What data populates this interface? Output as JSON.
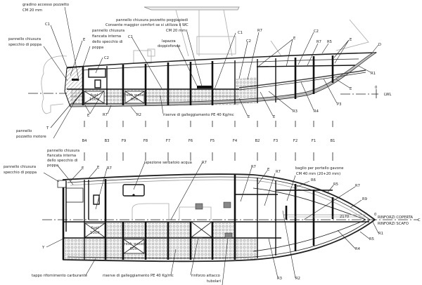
{
  "side_view": {
    "labels": {
      "gradino_1": "gradino accesso pozzetto",
      "gradino_2": "CM 20 mm",
      "c1_a": "C1",
      "pannello_specchio_1": "pannello chiusura",
      "pannello_specchio_2": "specchio di poppa",
      "e_a": "E",
      "pannello_fiancata_1": "pannello chiusura",
      "pannello_fiancata_2": "fiancata interna",
      "pannello_fiancata_3": "dello specchio di",
      "pannello_fiancata_4": "poppa",
      "c2_a": "C2",
      "poggiapiedi_1": "pannello chiusura pozzetto poggiapiedi",
      "poggiapiedi_2": "Consente maggior comfort se si utilizza il WC",
      "poggiapiedi_3": "CM 20 mm",
      "c1_b": "C1",
      "lapazza_1": "lapazza",
      "lapazza_2": "doppiofondo",
      "c1_c": "C1",
      "r7_a": "R7",
      "c2_b": "C2",
      "e_b": "E",
      "c2_c": "C2",
      "r7_b": "R7",
      "r5_a": "R5",
      "e_c": "E",
      "d": "D",
      "r1": "R1",
      "e_d": "E",
      "p3": "P3",
      "r4": "R4",
      "r3": "R3",
      "e_e": "E",
      "e_f": "E",
      "zero": "0",
      "lwl": "LWL",
      "e_g": "E",
      "r7_c": "R7",
      "r2": "R2",
      "riserve": "riserve di galleggiamento PE 40 Kg/mc",
      "t": "T",
      "pozzetto_1": "pannello",
      "pozzetto_2": "pozzetto motore",
      "fuel": "fuel",
      "fuel_qty": "100lt",
      "water": "fresh water",
      "water_qty": "60lt"
    }
  },
  "stations": [
    "B4",
    "B3",
    "F9",
    "F8",
    "F7",
    "F6",
    "F5",
    "F4",
    "B2",
    "F3",
    "F2",
    "F1",
    "B1"
  ],
  "plan_view": {
    "labels": {
      "fiancata_1": "pannello chiusura",
      "fiancata_2": "fiancata interna",
      "fiancata_3": "dello specchio di",
      "fiancata_4": "poppa",
      "specchio_1": "pannello chiusura",
      "specchio_2": "specchio di poppa",
      "e_a": "E",
      "e_b": "E",
      "r7_a": "R7",
      "ispezione": "ispezione serbatoio acqua",
      "r7_b": "R7",
      "r7_c": "R7",
      "e_c": "E",
      "r7_d": "R7",
      "baglio_1": "baglio per portello gavone",
      "baglio_2": "CM 40 mm (20+20 mm)",
      "r6": "R6",
      "r5_a": "R5",
      "r7_e": "R7",
      "r9": "R9",
      "dim": "2170",
      "zero": "0",
      "rinforzi_coperta": "RINFORZI COPERTA",
      "rinforzi_scafo": "RINFORZI SCAFO",
      "centerline": "C",
      "r1": "R1",
      "r5_b": "R5",
      "r4": "R4",
      "r3": "R3",
      "r2": "R2",
      "y": "Y",
      "tappo": "tappo rifornimento carburante",
      "riserve": "riserve di galleggiamento PE 40 Kg/mc",
      "rinforzo_1": "rinforzo attacco",
      "rinforzo_2": "tubolari",
      "fuel": "fuel",
      "fuel_qty": "100lt",
      "water": "fresh water",
      "water_qty": "60lt"
    }
  }
}
